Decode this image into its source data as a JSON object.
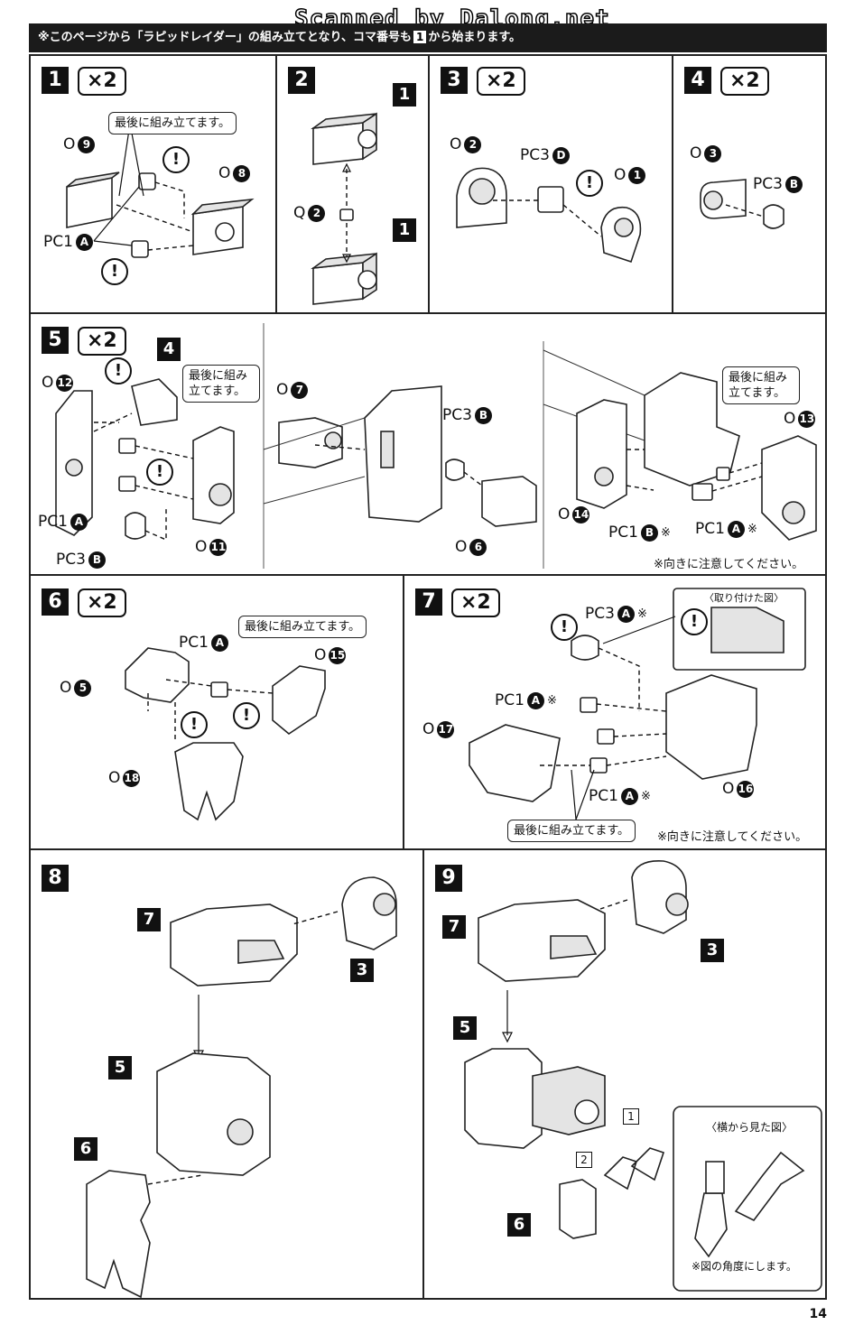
{
  "watermark": "Scanned by Dalong.net",
  "header": {
    "prefix": "※このページから「ラピッドレイダー」の組み立てとなり、コマ番号も",
    "ref": "1",
    "suffix": "から始まります。"
  },
  "common": {
    "times2": "×2",
    "last_assemble": "最後に組み立てます。",
    "last_assemble_wrap": "最後に組み 立てます。",
    "orientation_note": "※向きに注意してください。",
    "warn": "!",
    "dash_mark": "※"
  },
  "steps": {
    "s1": {
      "num": "1",
      "labels": [
        "O",
        "9",
        "O",
        "8",
        "PC1",
        "A"
      ]
    },
    "s2": {
      "num": "2",
      "ref_a": "1",
      "ref_b": "1",
      "q": "Q",
      "q_num": "2"
    },
    "s3": {
      "num": "3",
      "labels": [
        "O",
        "2",
        "PC3",
        "D",
        "O",
        "1"
      ]
    },
    "s4": {
      "num": "4",
      "labels": [
        "O",
        "3",
        "PC3",
        "B"
      ]
    },
    "s5": {
      "num": "5",
      "ref": "4",
      "labels": [
        "O",
        "12",
        "PC1",
        "A",
        "PC3",
        "B",
        "O",
        "11",
        "O",
        "7",
        "PC3",
        "B",
        "O",
        "6",
        "O",
        "13",
        "O",
        "14",
        "PC1",
        "B",
        "PC1",
        "A"
      ]
    },
    "s6": {
      "num": "6",
      "labels": [
        "O",
        "5",
        "PC1",
        "A",
        "O",
        "15",
        "O",
        "18"
      ]
    },
    "s7": {
      "num": "7",
      "inset_title": "〈取り付けた図〉",
      "labels": [
        "PC3",
        "A",
        "PC1",
        "A",
        "O",
        "17",
        "PC1",
        "A",
        "O",
        "16"
      ]
    },
    "s8": {
      "num": "8",
      "ref7": "7",
      "ref3": "3",
      "ref5": "5",
      "ref6": "6"
    },
    "s9": {
      "num": "9",
      "ref7": "7",
      "ref3": "3",
      "ref5": "5",
      "ref6": "6",
      "arrow1": "1",
      "arrow2": "2",
      "inset_title": "〈横から見た図〉",
      "inset_note": "※図の角度にします。"
    }
  },
  "page_number": "14"
}
